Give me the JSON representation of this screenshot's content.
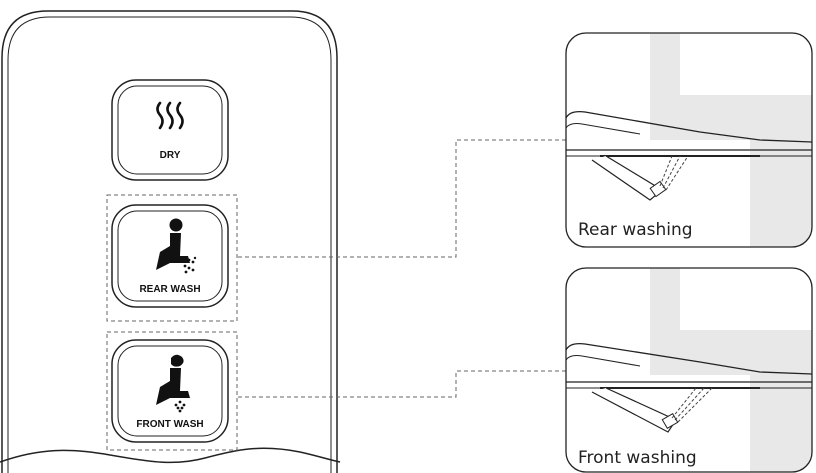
{
  "panel": {
    "buttons": [
      {
        "label": "DRY",
        "icon": "heat-waves-icon"
      },
      {
        "label": "REAR WASH",
        "icon": "seated-person-rear-spray-icon"
      },
      {
        "label": "FRONT WASH",
        "icon": "seated-person-front-spray-icon"
      }
    ]
  },
  "illustrations": [
    {
      "caption": "Rear washing",
      "icon": "nozzle-rear-spray-illustration"
    },
    {
      "caption": "Front washing",
      "icon": "nozzle-front-spray-illustration"
    }
  ],
  "colors": {
    "line": "#222222",
    "dashed": "#666666",
    "gray_shape": "#e8e8e8"
  }
}
